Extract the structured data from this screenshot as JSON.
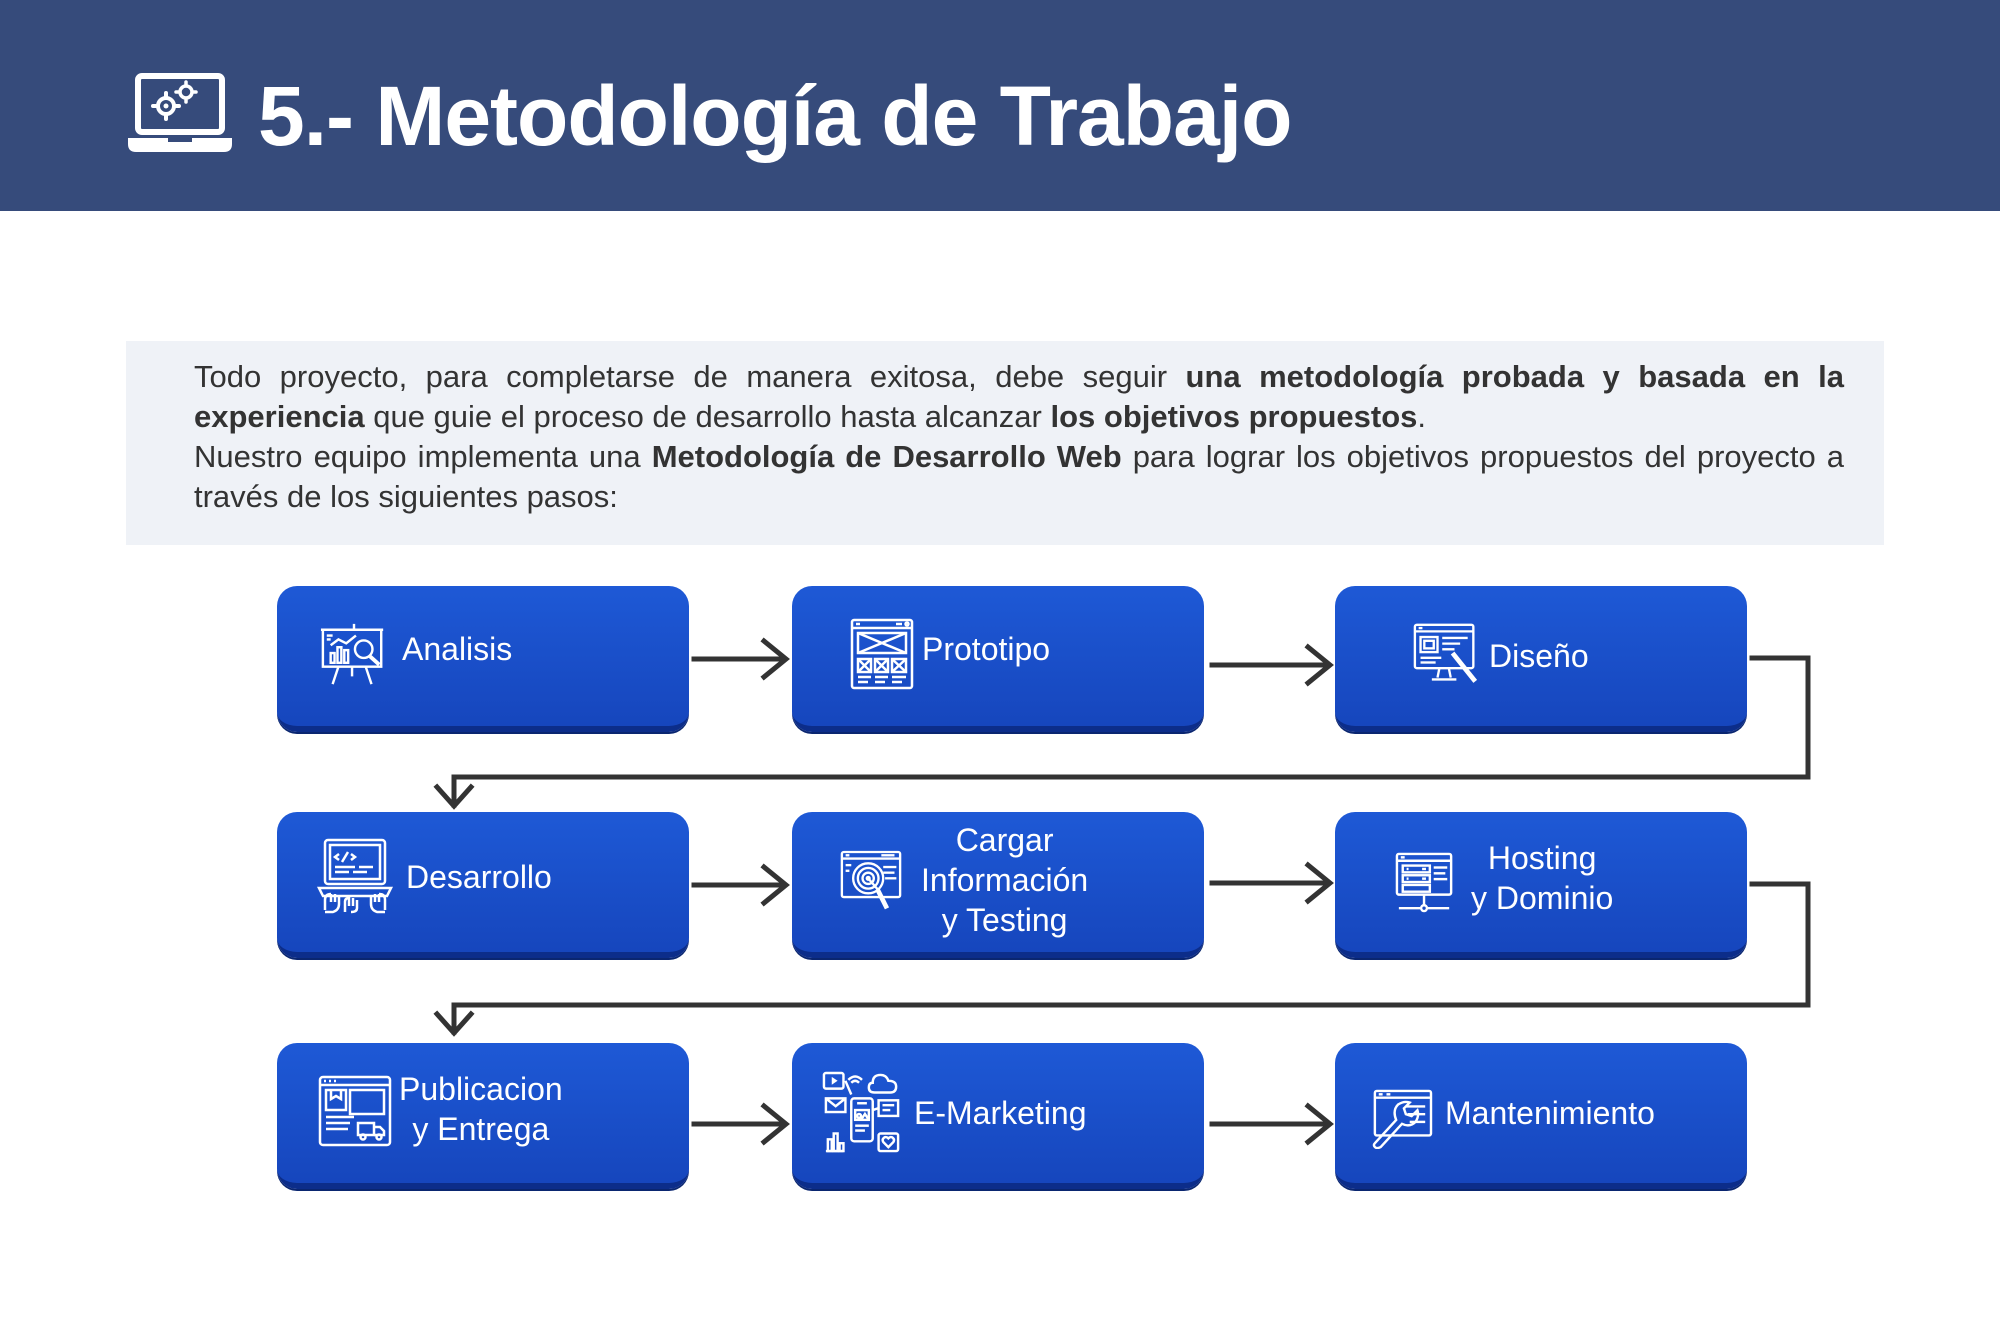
{
  "header": {
    "title": "5.- Metodología de Trabajo",
    "icon": "laptop-gears-icon",
    "background": "#364b7b"
  },
  "intro": {
    "p1_a": "Todo proyecto, para completarse de manera exitosa, debe seguir ",
    "p1_b": "una metodología probada y basada en la experiencia",
    "p1_c": " que guie el proceso de desarrollo hasta alcanzar ",
    "p1_d": "los objetivos propuestos",
    "p1_e": ".",
    "p2_a": "Nuestro equipo implementa una ",
    "p2_b": "Metodología de Desarrollo Web",
    "p2_c": " para lograr los objetivos propuestos del proyecto a través de los siguientes pasos:"
  },
  "steps": [
    {
      "label_1": "Analisis",
      "icon": "analysis-presentation-icon"
    },
    {
      "label_1": "Prototipo",
      "icon": "wireframe-prototype-icon"
    },
    {
      "label_1": "Diseño",
      "icon": "design-monitor-icon"
    },
    {
      "label_1": "Desarrollo",
      "icon": "coding-laptop-icon"
    },
    {
      "label_1": "Cargar",
      "label_2": "Información",
      "label_3": "y Testing",
      "icon": "testing-target-icon"
    },
    {
      "label_1": "Hosting",
      "label_2": "y Dominio",
      "icon": "server-hosting-icon"
    },
    {
      "label_1": "Publicacion",
      "label_2": "y Entrega",
      "icon": "publish-delivery-icon"
    },
    {
      "label_1": "E-Marketing",
      "icon": "marketing-mobile-icon"
    },
    {
      "label_1": "Mantenimiento",
      "icon": "maintenance-wrench-icon"
    }
  ],
  "colors": {
    "step_fill": "#1b50cc",
    "step_shadow": "#0c2d8a",
    "connector": "#333333",
    "intro_bg": "#eff2f7"
  }
}
